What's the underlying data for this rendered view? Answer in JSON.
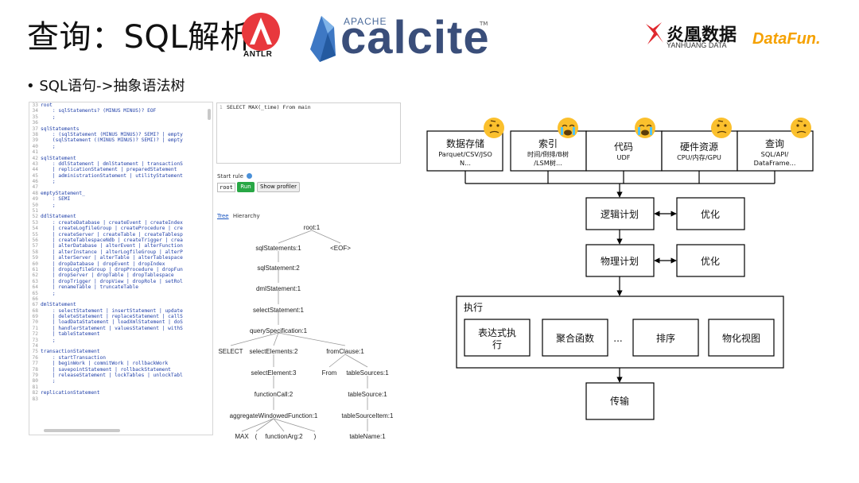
{
  "title": "查询：SQL解析",
  "logos": {
    "antlr": "ANTLR",
    "calcite_apache": "APACHE",
    "calcite": "calcite",
    "calcite_tm": "TM",
    "yanhuang_cn": "炎凰数据",
    "yanhuang_en": "YANHUANG DATA",
    "datafun": "DataFun."
  },
  "bullet": "• SQL语句->抽象语法树",
  "grammar_lines": [
    {
      "n": "33",
      "t": "root"
    },
    {
      "n": "34",
      "t": "    : sqlStatements? (MINUS MINUS)? EOF"
    },
    {
      "n": "35",
      "t": "    ;"
    },
    {
      "n": "36",
      "t": ""
    },
    {
      "n": "37",
      "t": "sqlStatements"
    },
    {
      "n": "38",
      "t": "    : (sqlStatement (MINUS MINUS)? SEMI? | empty"
    },
    {
      "n": "39",
      "t": "    (sqlStatement ((MINUS MINUS)? SEMI)? | empty"
    },
    {
      "n": "40",
      "t": "    ;"
    },
    {
      "n": "41",
      "t": ""
    },
    {
      "n": "42",
      "t": "sqlStatement"
    },
    {
      "n": "43",
      "t": "    : ddlStatement | dmlStatement | transactionS"
    },
    {
      "n": "44",
      "t": "    | replicationStatement | preparedStatement"
    },
    {
      "n": "45",
      "t": "    | administrationStatement | utilityStatement"
    },
    {
      "n": "46",
      "t": "    ;"
    },
    {
      "n": "47",
      "t": ""
    },
    {
      "n": "48",
      "t": "emptyStatement_"
    },
    {
      "n": "49",
      "t": "    : SEMI"
    },
    {
      "n": "50",
      "t": "    ;"
    },
    {
      "n": "51",
      "t": ""
    },
    {
      "n": "52",
      "t": "ddlStatement"
    },
    {
      "n": "53",
      "t": "    : createDatabase | createEvent | createIndex"
    },
    {
      "n": "54",
      "t": "    | createLogfileGroup | createProcedure | cre"
    },
    {
      "n": "55",
      "t": "    | createServer | createTable | createTablesp"
    },
    {
      "n": "56",
      "t": "    | createTablespaceNdb | createTrigger | crea"
    },
    {
      "n": "57",
      "t": "    | alterDatabase | alterEvent | alterFunction"
    },
    {
      "n": "58",
      "t": "    | alterInstance | alterLogfileGroup | alterP"
    },
    {
      "n": "59",
      "t": "    | alterServer | alterTable | alterTablespace"
    },
    {
      "n": "60",
      "t": "    | dropDatabase | dropEvent | dropIndex"
    },
    {
      "n": "61",
      "t": "    | dropLogfileGroup | dropProcedure | dropFun"
    },
    {
      "n": "62",
      "t": "    | dropServer | dropTable | dropTablespace"
    },
    {
      "n": "63",
      "t": "    | dropTrigger | dropView | dropRole | setRol"
    },
    {
      "n": "64",
      "t": "    | renameTable | truncateTable"
    },
    {
      "n": "65",
      "t": "    ;"
    },
    {
      "n": "66",
      "t": ""
    },
    {
      "n": "67",
      "t": "dmlStatement"
    },
    {
      "n": "68",
      "t": "    : selectStatement | insertStatement | update"
    },
    {
      "n": "69",
      "t": "    | deleteStatement | replaceStatement | callS"
    },
    {
      "n": "70",
      "t": "    | loadDataStatement | loadXmlStatement | doS"
    },
    {
      "n": "71",
      "t": "    | handlerStatement | valuesStatement | withS"
    },
    {
      "n": "72",
      "t": "    | tableStatement"
    },
    {
      "n": "73",
      "t": "    ;"
    },
    {
      "n": "74",
      "t": ""
    },
    {
      "n": "75",
      "t": "transactionStatement"
    },
    {
      "n": "76",
      "t": "    : startTransaction"
    },
    {
      "n": "77",
      "t": "    | beginWork | commitWork | rollbackWork"
    },
    {
      "n": "78",
      "t": "    | savepointStatement | rollbackStatement"
    },
    {
      "n": "79",
      "t": "    | releaseStatement | lockTables | unlockTabl"
    },
    {
      "n": "80",
      "t": "    ;"
    },
    {
      "n": "81",
      "t": ""
    },
    {
      "n": "82",
      "t": "replicationStatement"
    },
    {
      "n": "83",
      "t": ""
    }
  ],
  "sql_input": {
    "line_no": "1",
    "text": "SELECT MAX(_time) From main"
  },
  "start_rule_label": "Start rule",
  "start_rule_value": "root",
  "run_label": "Run",
  "profiler_label": "Show profiler",
  "tabs": {
    "tree": "Tree",
    "hierarchy": "Hierarchy"
  },
  "parse_tree": {
    "root": "root:1",
    "sqlStatements": "sqlStatements:1",
    "eof": "<EOF>",
    "sqlStatement": "sqlStatement:2",
    "dmlStatement": "dmlStatement:1",
    "selectStatement": "selectStatement:1",
    "querySpecification": "querySpecification:1",
    "select": "SELECT",
    "selectElements": "selectElements:2",
    "fromClause": "fromClause:1",
    "selectElement": "selectElement:3",
    "from": "From",
    "tableSources": "tableSources:1",
    "functionCall": "functionCall:2",
    "tableSource": "tableSource:1",
    "aggregateWindowedFunction": "aggregateWindowedFunction:1",
    "tableSourceItem": "tableSourceItem:1",
    "max": "MAX",
    "lparen": "(",
    "functionArg": "functionArg:2",
    "rparen": ")",
    "tableName": "tableName:1"
  },
  "diagram": {
    "top_boxes": [
      {
        "title": "数据存储",
        "sub1": "Parquet/CSV/JSO",
        "sub2": "N..."
      },
      {
        "title": "索引",
        "sub1": "时间/倒排/B树",
        "sub2": "/LSM树..."
      },
      {
        "title": "代码",
        "sub1": "UDF",
        "sub2": ""
      },
      {
        "title": "硬件资源",
        "sub1": "CPU/内存/GPU",
        "sub2": ""
      },
      {
        "title": "查询",
        "sub1": "SQL/API/",
        "sub2": "DataFrame..."
      }
    ],
    "logical_plan": "逻辑计划",
    "physical_plan": "物理计划",
    "optimize_1": "优化",
    "optimize_2": "优化",
    "execute": "执行",
    "exec_items": [
      "表达式执",
      "行",
      "聚合函数",
      "...",
      "排序",
      "物化视图"
    ],
    "transfer": "传输"
  },
  "emoji_icons": [
    "thinking-face-icon",
    "crying-face-icon",
    "crying-face-icon",
    "thinking-face-icon",
    "thinking-face-icon"
  ]
}
